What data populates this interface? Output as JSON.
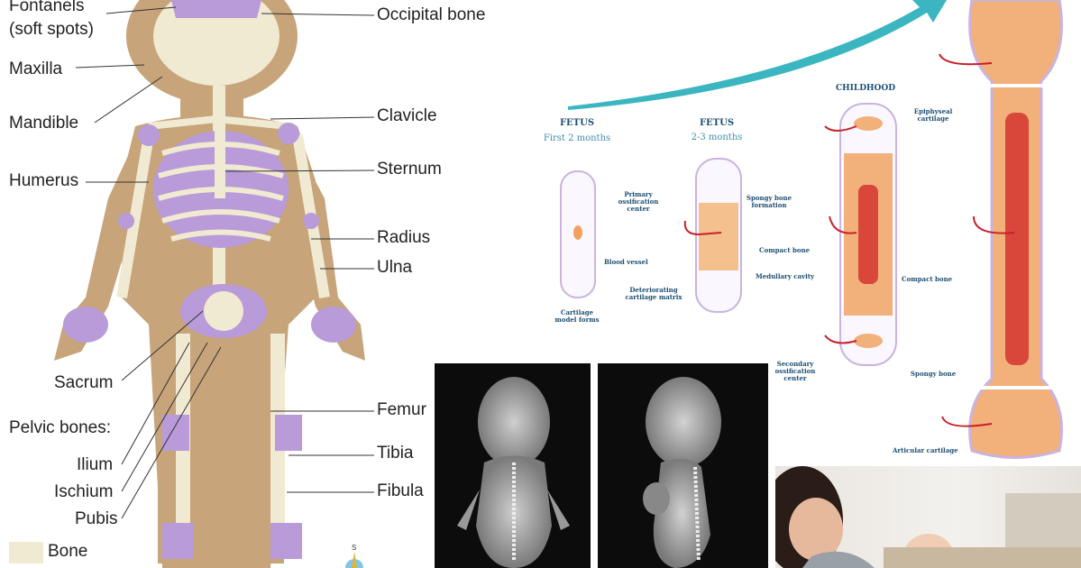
{
  "skeleton": {
    "labels_left": [
      "Fontanels",
      "(soft spots)",
      "Maxilla",
      "Mandible",
      "Humerus",
      "Sacrum",
      "Pelvic bones:",
      "Ilium",
      "Ischium",
      "Pubis"
    ],
    "labels_right": [
      "Occipital bone",
      "Clavicle",
      "Sternum",
      "Radius",
      "Ulna",
      "Femur",
      "Tibia",
      "Fibula"
    ],
    "legend": "Bone",
    "colors": {
      "body": "#c7a47a",
      "bone": "#f1ead2",
      "cartilage": "#b89bd8"
    }
  },
  "ossification": {
    "stages": [
      {
        "title": "FETUS",
        "subtitle": "First 2 months"
      },
      {
        "title": "FETUS",
        "subtitle": "2-3 months"
      },
      {
        "title": "CHILDHOOD",
        "subtitle": ""
      }
    ],
    "annotations": {
      "primary": "Primary ossification center",
      "cartilage_model": "Cartilage model forms",
      "spongy_formation": "Spongy bone formation",
      "blood_vessel": "Blood vessel",
      "deteriorating": "Deteriorating cartilage matrix",
      "compact1": "Compact bone",
      "medullary": "Medullary cavity",
      "secondary": "Secondary ossification center",
      "epiphyseal": "Epiphyseal cartilage",
      "compact2": "Compact bone",
      "spongy": "Spongy bone",
      "articular": "Articular cartilage"
    },
    "colors": {
      "arrow": "#3bb6c0",
      "text": "#1d4f73",
      "bone": "#f2b07a",
      "marrow": "#d9473a"
    }
  },
  "compass_mark": "S"
}
